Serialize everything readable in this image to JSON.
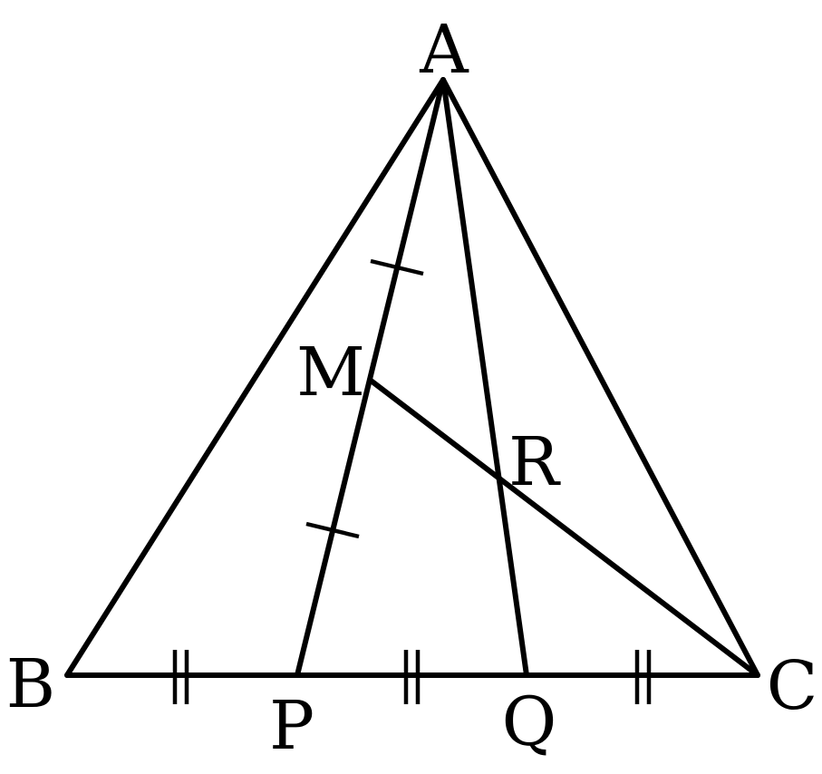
{
  "diagram": {
    "points": {
      "A": "A",
      "B": "B",
      "C": "C",
      "P": "P",
      "Q": "Q",
      "M": "M",
      "R": "R"
    },
    "segments": [
      "AB",
      "AC",
      "BC",
      "AP",
      "AQ",
      "MC"
    ],
    "equal_marks": [
      {
        "group": "single",
        "segments": [
          "AM",
          "MP"
        ]
      },
      {
        "group": "double",
        "segments": [
          "BP",
          "PQ",
          "QC"
        ]
      }
    ],
    "stroke_color": "#000000"
  }
}
